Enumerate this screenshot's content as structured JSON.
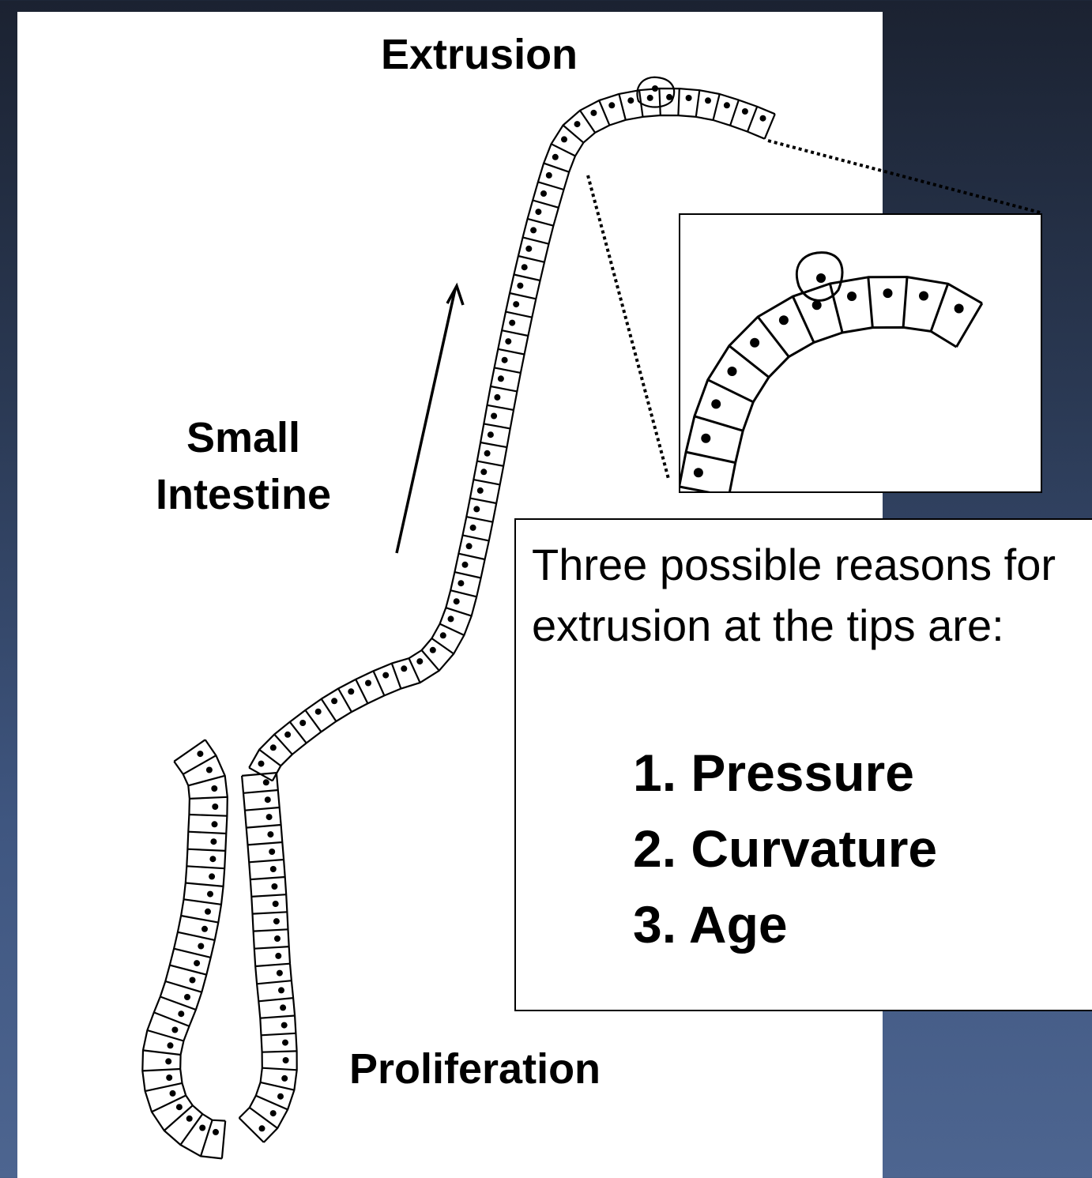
{
  "labels": {
    "extrusion": "Extrusion",
    "small_intestine_line1": "Small",
    "small_intestine_line2": "Intestine",
    "proliferation": "Proliferation"
  },
  "reasons_box": {
    "intro": "Three possible reasons for extrusion at the tips are:",
    "items": [
      "1. Pressure",
      "2. Curvature",
      "3. Age"
    ]
  },
  "colors": {
    "panel": "#ffffff",
    "ink": "#000000",
    "background_top": "#1b2231",
    "background_bottom": "#4d6590"
  },
  "icons": {
    "arrow": "up-arrow-icon"
  }
}
